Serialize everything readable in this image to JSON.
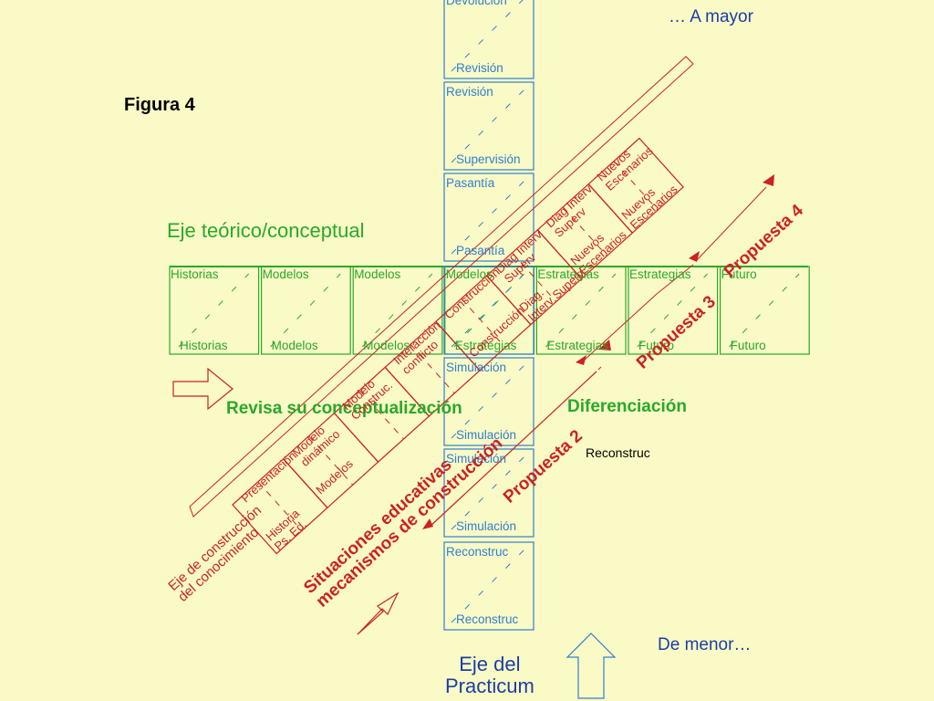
{
  "figure_title": "Figura 4",
  "axis_theoretical": "Eje teórico/conceptual",
  "axis_practicum": [
    "Eje del",
    "Practicum"
  ],
  "scale_top": "… A mayor",
  "scale_bottom": "De menor…",
  "revisa_label": "Revisa su  conceptualización",
  "diferenciacion_label": "Diferenciación",
  "reconstruc_label": "Reconstruc",
  "horizontal_cells": [
    {
      "top": "Historias",
      "bottom": "Historias"
    },
    {
      "top": "Modelos",
      "bottom": "Modelos"
    },
    {
      "top": "Modelos",
      "bottom": "Modelos"
    },
    {
      "top": "Modelos",
      "bottom": "Estrategias"
    },
    {
      "top": "Estrategias",
      "bottom": "Estrategias"
    },
    {
      "top": "Estrategias",
      "bottom": "Futuro"
    },
    {
      "top": "Futuro",
      "bottom": "Futuro"
    }
  ],
  "vertical_cells": [
    {
      "top": "Devolución",
      "bottom": "Revisión"
    },
    {
      "top": "Revisión",
      "bottom": "Supervisión"
    },
    {
      "top": "Pasantía",
      "bottom": "Pasantía"
    },
    {
      "top": "",
      "bottom": ""
    },
    {
      "top": "Simulación",
      "bottom": "Simulación"
    },
    {
      "top": "Simulación",
      "bottom": "Simulación"
    },
    {
      "top": "Reconstruc",
      "bottom": "Reconstruc"
    }
  ],
  "diagonal_axis_label": [
    "Eje de construcción",
    "del conocimiento"
  ],
  "diagonal_cells": [
    {
      "a": "Presentación",
      "b": [
        "Historia",
        "Ps. Ed."
      ]
    },
    {
      "a": [
        "Modelo",
        "dinámico"
      ],
      "b": "Modelos"
    },
    {
      "a": [
        "Modelo",
        "Construc."
      ],
      "b": ""
    },
    {
      "a": [
        "Interacción",
        "conflicto"
      ],
      "b": ""
    },
    {
      "a": "Construcción",
      "b": "Construcción"
    },
    {
      "a": [
        "Diag Interv",
        "Superv"
      ],
      "b": [
        "Diag.",
        "Interv Superv"
      ]
    },
    {
      "a": [
        "Diag Interv",
        "Superv"
      ],
      "b": [
        "Nuevos",
        "Escenarios"
      ]
    },
    {
      "a": [
        "Nuevos",
        "Escenarios"
      ],
      "b": [
        "Nuevos",
        "Escenarios"
      ]
    }
  ],
  "diagonal_bottom_label": [
    "Situaciones educativas",
    "mecanismos de construcción"
  ],
  "proposals": [
    "Propuesta 2",
    "Propuesta 3",
    "Propuesta 4"
  ],
  "colors": {
    "background": "#fafac6",
    "green": "#2aa82a",
    "blue": "#2f7fcf",
    "dark_blue": "#1a3fa6",
    "red": "#cc2222"
  },
  "icons": [
    "arrow-right-icon",
    "arrow-up-icon",
    "arrow-diagonal-icon"
  ]
}
